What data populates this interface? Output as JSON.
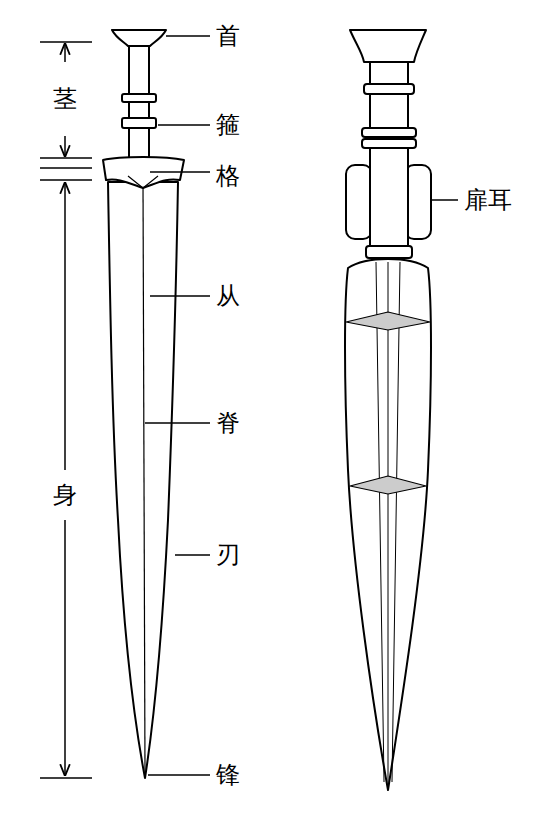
{
  "diagram": {
    "labels": [
      "首",
      "茎",
      "箍",
      "格",
      "从",
      "脊",
      "身",
      "刃",
      "锋",
      "扉耳"
    ]
  }
}
